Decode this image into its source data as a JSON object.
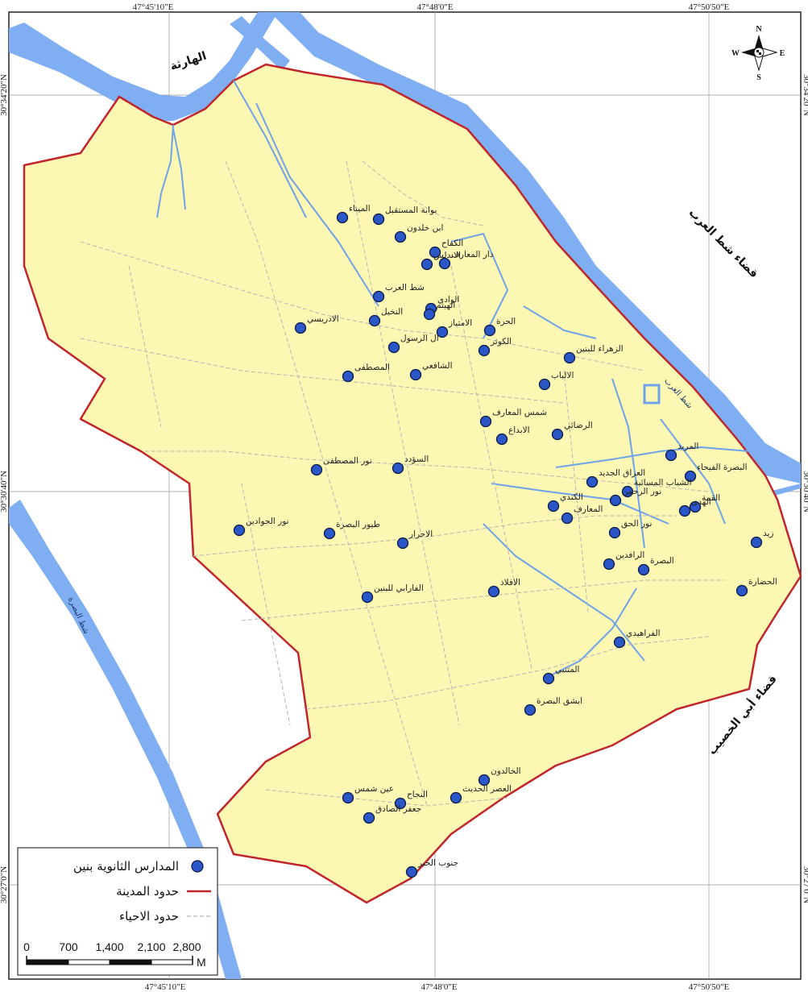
{
  "coordinates": {
    "top": [
      "47°45'10\"E",
      "47°48'0\"E",
      "47°50'50\"E"
    ],
    "bottom": [
      "47°45'10\"E",
      "47°48'0\"E",
      "47°50'50\"E"
    ],
    "left": [
      "30°34'20\"N",
      "30°30'40\"N",
      "30°27'0\"N"
    ],
    "right": [
      "30°34'20\"N",
      "30°30'40\"N",
      "30°27'0\"N"
    ]
  },
  "north_arrow": {
    "n": "N",
    "s": "S",
    "e": "E",
    "w": "W"
  },
  "place_labels": {
    "hartha": "الهارثة",
    "shatt_district": "قضاء شط العرب",
    "abu_khasib": "قضاء أبي الخصيب",
    "shatt_river": "شط العرب",
    "canal": "شط البصرة"
  },
  "schools": [
    "الميناء",
    "بوابة المستقبل",
    "ابن خلدون",
    "الكفاح",
    "الاندلس",
    "دار المعارف",
    "شط العرب",
    "الوادي",
    "الهيثم",
    "النخيل",
    "الامتياز",
    "الحرة",
    "الادريسي",
    "ال الرسول",
    "الكوثر",
    "الزهراء للبنين",
    "المصطفى",
    "الشافعي",
    "الالباب",
    "شمس المعارف",
    "الابداع",
    "الرضائي",
    "نور المصطفى",
    "السؤدد",
    "المربد",
    "البصرة الفيحاء",
    "العراق الجديد",
    "الشباب المسائية",
    "نور الرحمن",
    "الكندي",
    "القمة",
    "الهدى",
    "نور الجوادين",
    "طيور البصرة",
    "المعارف",
    "نور الحق",
    "الاحرار",
    "الرافدين",
    "البصرة",
    "زيد",
    "الافلاذ",
    "الحضارة",
    "الفارابي للبنين",
    "الفراهيدي",
    "المتنبي",
    "ابشق البصرة",
    "الخالدون",
    "العصر الحديث",
    "عين شمس",
    "النجاح",
    "جعفر الصادق",
    "جنوب الخير"
  ],
  "legend": {
    "schools": "المدارس الثانوية بنين",
    "city_boundary": "حدود المدينة",
    "district_boundary": "حدود الاحياء"
  },
  "scale_bar": {
    "ticks": [
      "0",
      "700",
      "1,400",
      "2,100",
      "2,800"
    ],
    "unit": "M"
  },
  "colors": {
    "city_fill": "#fdf7b4",
    "city_boundary": "#c0262c",
    "water": "#7faef3",
    "district_lines": "#b5b5b5",
    "school_dot": "#2a56c8"
  }
}
